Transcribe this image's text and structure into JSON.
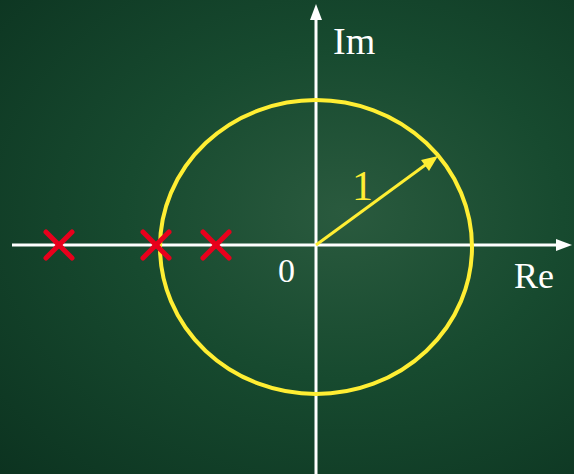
{
  "diagram": {
    "labels": [
      "Im",
      "Re",
      "0",
      "1"
    ]
  }
}
